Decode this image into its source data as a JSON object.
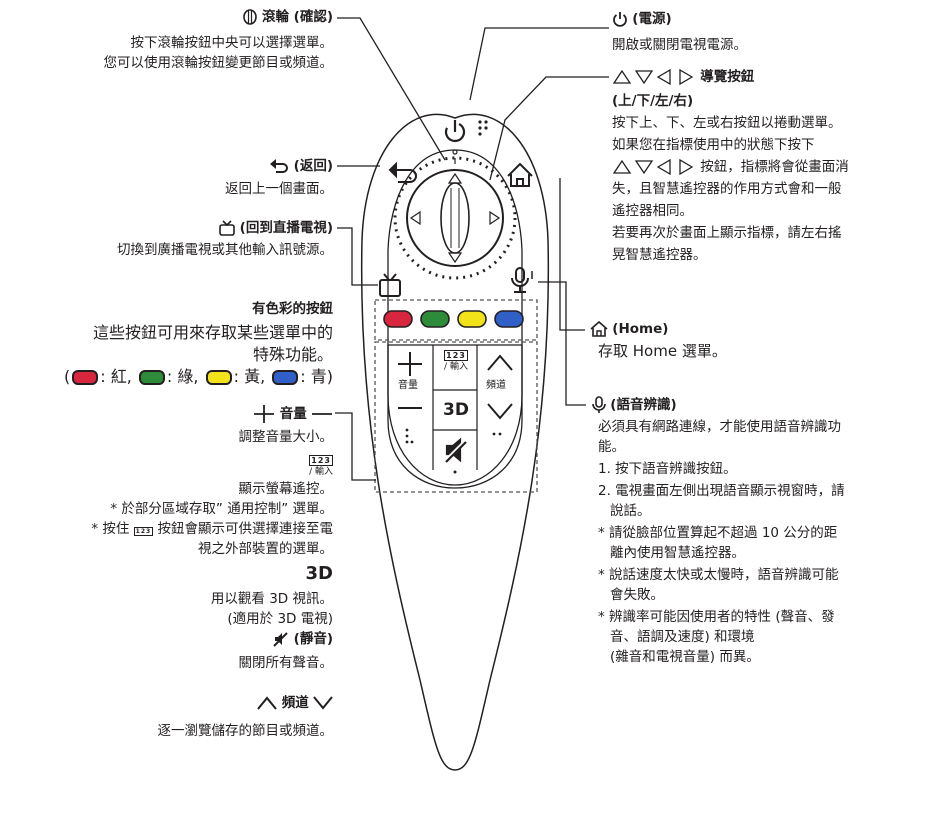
{
  "colors": {
    "red": "#d7263d",
    "green": "#2e8b3a",
    "yellow": "#f2e21a",
    "blue": "#2f5fc7",
    "line": "#231f20",
    "dash": "#555555"
  },
  "icons": [
    "wheel-icon",
    "power-icon",
    "arrow-keys-icon",
    "back-icon",
    "live-tv-icon",
    "home-icon",
    "mic-icon",
    "plus-icon",
    "minus-icon",
    "3d-icon",
    "mute-icon",
    "channel-up-icon",
    "channel-down-icon"
  ],
  "wheel": {
    "title": "滾輪 (確認)",
    "desc1": "按下滾輪按鈕中央可以選擇選單。",
    "desc2": "您可以使用滾輪按鈕變更節目或頻道。"
  },
  "back": {
    "title": "(返回)",
    "desc": "返回上一個畫面。"
  },
  "live": {
    "title": "(回到直播電視)",
    "desc": "切換到廣播電視或其他輸入訊號源。"
  },
  "colorbtn": {
    "title": "有色彩的按鈕",
    "desc1": "這些按鈕可用來存取某些選單中的",
    "desc2": "特殊功能。",
    "open": "(",
    "red": ": 紅,",
    "green": ": 綠,",
    "yellow": ": 黃,",
    "blue": ": 青)"
  },
  "volume": {
    "title": "音量",
    "desc": "調整音量大小。"
  },
  "input": {
    "icon_text": "123",
    "sub": "/ 輸入",
    "desc": "顯示螢幕遙控。",
    "note1": "* 於部分區域存取” 通用控制” 選單。",
    "note2a": "* 按住",
    "note2b": "按鈕會顯示可供選擇連接至電",
    "note2c": "視之外部裝置的選單。"
  },
  "threed": {
    "icon_text": "3D",
    "desc1": "用以觀看 3D 視訊。",
    "desc2": "(適用於 3D 電視)"
  },
  "mute": {
    "title": "(靜音)",
    "desc": "關閉所有聲音。"
  },
  "channel": {
    "title": "頻道",
    "desc": "逐一瀏覽儲存的節目或頻道。"
  },
  "power": {
    "title": "(電源)",
    "desc": "開啟或關閉電視電源。"
  },
  "nav": {
    "title": "導覽按鈕",
    "sub": "(上/下/左/右)",
    "l1": "按下上、下、左或右按鈕以捲動選單。",
    "l2": "如果您在指標使用中的狀態下按下",
    "l3": "按鈕，指標將會從畫面消",
    "l4": "失，且智慧遙控器的作用方式會和一般",
    "l5": "遙控器相同。",
    "l6": "若要再次於畫面上顯示指標，請左右搖",
    "l7": "晃智慧遙控器。"
  },
  "home": {
    "title": "(Home)",
    "desc": "存取 Home 選單。"
  },
  "voice": {
    "title": "(語音辨識)",
    "l1": "必須具有網路連線，才能使用語音辨識功",
    "l2": "能。",
    "l3": "1. 按下語音辨識按鈕。",
    "l4": "2. 電視畫面左側出現語音顯示視窗時，請",
    "l5": "說話。",
    "l6": "* 請從臉部位置算起不超過 10 公分的距",
    "l7": "離內使用智慧遙控器。",
    "l8": "* 說話速度太快或太慢時，語音辨識可能",
    "l9": "會失敗。",
    "l10": "* 辨識率可能因使用者的特性 (聲音、發",
    "l11": "音、語調及速度) 和環境",
    "l12": "(雜音和電視音量) 而異。"
  },
  "remote": {
    "vol_label": "音量",
    "ch_label": "頻道",
    "input_num": "123",
    "input_sub": "/ 輸入",
    "threed_label": "3D"
  }
}
